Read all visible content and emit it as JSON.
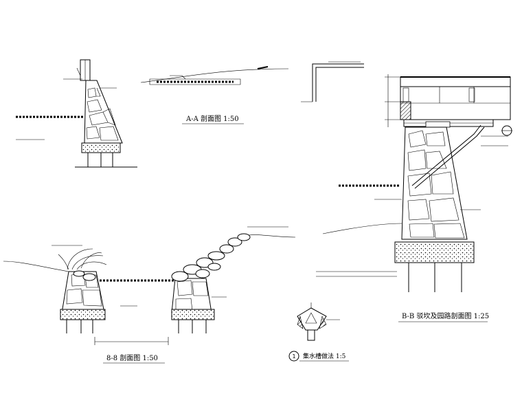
{
  "drawing": {
    "section_aa": {
      "title": "A-A 剖面图 1:50"
    },
    "section_88": {
      "title": "8-8 剖面图 1:50"
    },
    "section_bb": {
      "title": "B-B 驳坎及园路剖面图 1:25"
    },
    "detail_1": {
      "number": "1",
      "title": "集水槽做法 1:5"
    }
  },
  "colors": {
    "line": "#000000",
    "background": "#ffffff"
  }
}
